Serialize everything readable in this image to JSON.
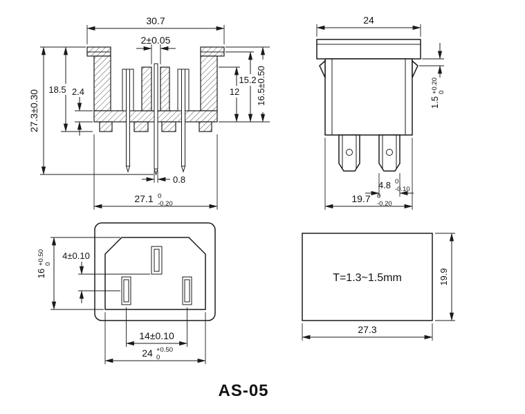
{
  "title": "AS-05",
  "section_view": {
    "dim_width_top": "30.7",
    "dim_slot_width": "2±0.05",
    "dim_overall_height": "27.3±0.30",
    "dim_body_height": "18.5",
    "dim_floor_thickness": "2.4",
    "dim_cavity_depth": "12",
    "dim_inner_height": "15.2",
    "dim_outer_height": "16.5±0.50",
    "dim_pin_thickness": "0.8",
    "dim_width_bottom": "27.1",
    "dim_width_bottom_tol_upper": "0",
    "dim_width_bottom_tol_lower": "-0.20"
  },
  "side_view": {
    "dim_flange_width": "24",
    "dim_panel_gap": "1.5",
    "dim_panel_gap_tol_upper": "+0.20",
    "dim_panel_gap_tol_lower": "0",
    "dim_terminal_width": "4.8",
    "dim_terminal_width_tol_upper": "0",
    "dim_terminal_width_tol_lower": "-0.10",
    "dim_body_width": "19.7",
    "dim_body_width_tol_upper": "0",
    "dim_body_width_tol_lower": "-0.20"
  },
  "front_view": {
    "dim_opening_height": "16",
    "dim_opening_height_tol_upper": "+0.50",
    "dim_opening_height_tol_lower": "0",
    "dim_pin_offset": "4±0.10",
    "dim_pin_pitch": "14±0.10",
    "dim_opening_width": "24",
    "dim_opening_width_tol_upper": "+0.50",
    "dim_opening_width_tol_lower": "0"
  },
  "plate_view": {
    "thickness_note": "T=1.3~1.5mm",
    "dim_height": "19.9",
    "dim_width": "27.3"
  }
}
